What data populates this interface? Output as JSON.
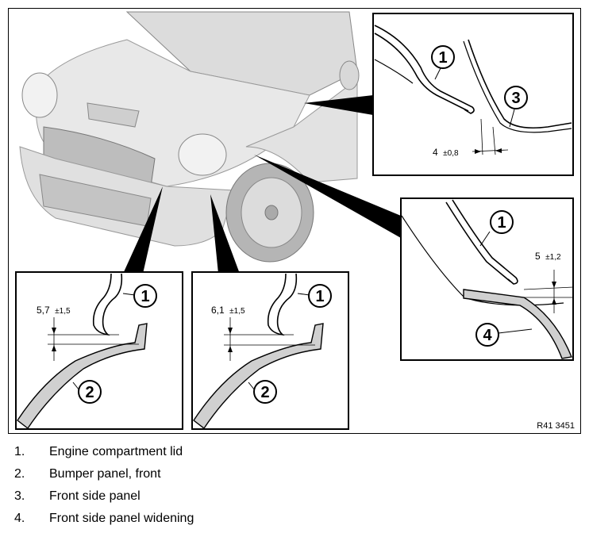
{
  "figure": {
    "reference_code": "R41 3451",
    "callouts": {
      "engine_lid": "1",
      "bumper_panel": "2",
      "side_panel": "3",
      "panel_widening": "4"
    },
    "dimensions": {
      "lid_to_side_panel": {
        "value": "4",
        "tolerance": "±0,8"
      },
      "lid_to_widening": {
        "value": "5",
        "tolerance": "±1,2"
      },
      "lid_to_bumper_left": {
        "value": "5,7",
        "tolerance": "±1,5"
      },
      "lid_to_bumper_right": {
        "value": "6,1",
        "tolerance": "±1,5"
      }
    }
  },
  "legend": [
    {
      "number": "1.",
      "label": "Engine compartment lid"
    },
    {
      "number": "2.",
      "label": "Bumper panel, front"
    },
    {
      "number": "3.",
      "label": "Front side panel"
    },
    {
      "number": "4.",
      "label": "Front side panel widening"
    }
  ],
  "colors": {
    "line": "#000000",
    "car_fill": "#e6e6e6",
    "car_shade": "#cfcfcf",
    "panel_fill": "#d0d0d0"
  }
}
